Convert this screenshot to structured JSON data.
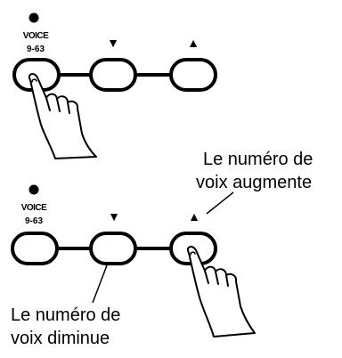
{
  "panel_top": {
    "voice_label": "VOICE",
    "range_label": "9-63",
    "down_symbol": "▼",
    "up_symbol": "▲"
  },
  "panel_bottom": {
    "voice_label": "VOICE",
    "range_label": "9-63",
    "down_symbol": "▼",
    "up_symbol": "▲"
  },
  "callouts": {
    "increase_line1": "Le numéro de",
    "increase_line2": "voix augmente",
    "decrease_line1": "Le numéro de",
    "decrease_line2": "voix diminue"
  }
}
